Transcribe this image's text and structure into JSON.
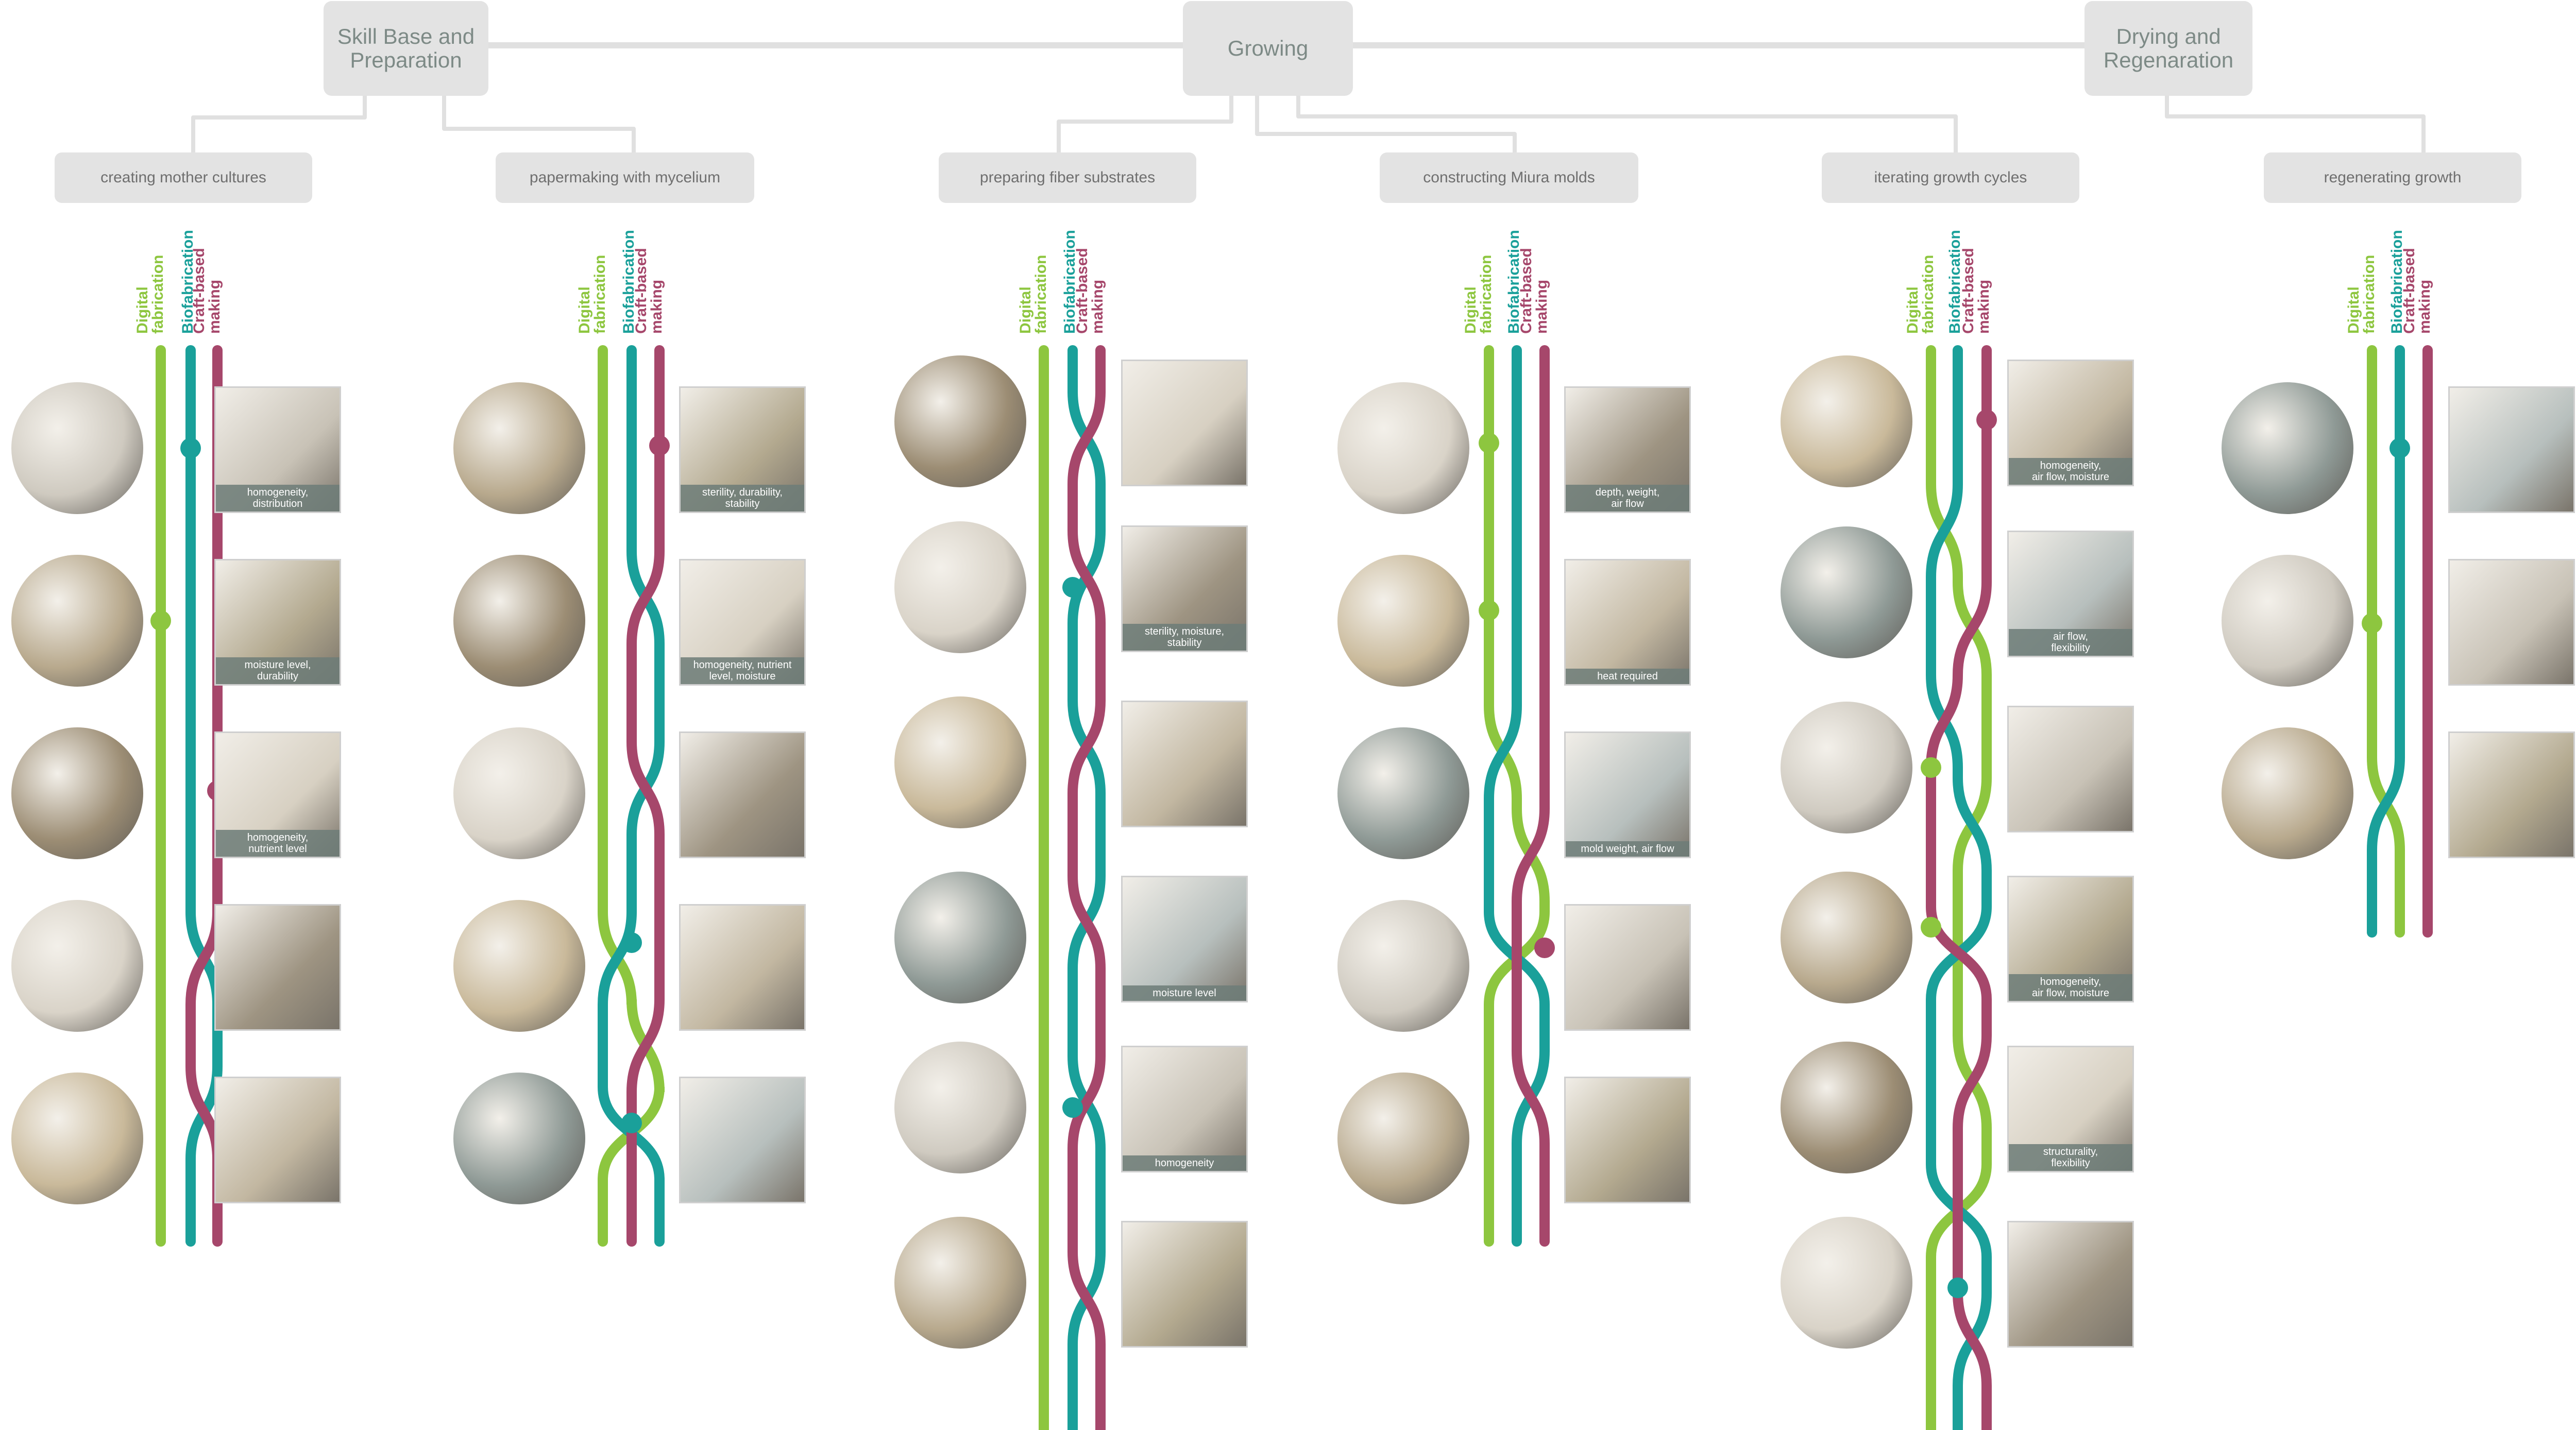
{
  "colors": {
    "digital": "#8dc63f",
    "bio": "#1aa09a",
    "craft": "#a6476b",
    "connector": "#e0e0e0",
    "box": "#e3e3e3"
  },
  "track_labels": {
    "digital": "Digital\nfabrication",
    "bio": "Biofabrication",
    "craft": "Craft-based\nmaking"
  },
  "phases": [
    {
      "label": "Skill Base and\nPreparation"
    },
    {
      "label": "Growing"
    },
    {
      "label": "Drying and\nRegenaration"
    }
  ],
  "steps": [
    {
      "label": "creating mother cultures",
      "notes": [
        "homogeneity,\ndistribution",
        "moisture level,\ndurability",
        "homogeneity,\nnutrient level",
        "",
        ""
      ]
    },
    {
      "label": "papermaking with mycelium",
      "notes": [
        "sterility, durability,\nstability",
        "homogeneity, nutrient\nlevel, moisture",
        "",
        "",
        ""
      ]
    },
    {
      "label": "preparing fiber substrates",
      "notes": [
        "",
        "sterility, moisture,\nstability",
        "",
        "moisture level",
        "homogeneity",
        ""
      ]
    },
    {
      "label": "constructing Miura molds",
      "notes": [
        "depth, weight,\nair flow",
        "heat required",
        "mold weight, air flow",
        "",
        ""
      ]
    },
    {
      "label": "iterating growth cycles",
      "notes": [
        "homogeneity,\nair flow, moisture",
        "air flow,\nflexibility",
        "",
        "homogeneity,\nair flow, moisture",
        "structurality,\nflexibility",
        ""
      ]
    },
    {
      "label": "regenerating growth",
      "notes": [
        "",
        "",
        ""
      ]
    }
  ]
}
